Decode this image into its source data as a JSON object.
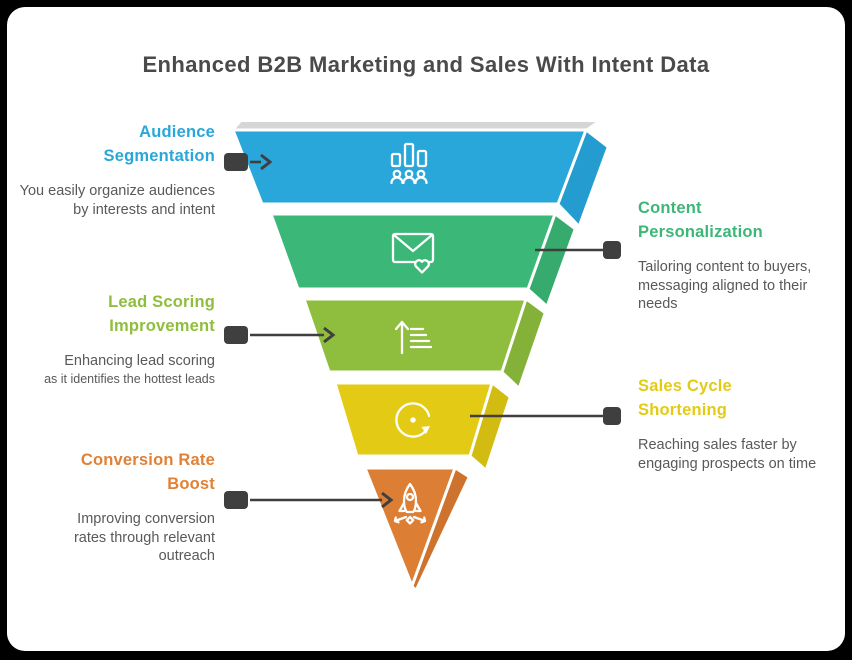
{
  "title": "Enhanced B2B Marketing and Sales With Intent Data",
  "colors": {
    "background": "#000000",
    "card": "#ffffff",
    "title_text": "#4a4a4a",
    "description_text": "#58595b",
    "arrow": "#3f3f3f",
    "funnel_top_face": "#d6d6d6"
  },
  "funnel": {
    "stages": [
      {
        "id": "audience-segmentation",
        "label": "Audience Segmentation",
        "color": "#2aa7da",
        "side_color": "#259ccf",
        "icon": "bar-chart-people-icon"
      },
      {
        "id": "content-personalization",
        "label": "Content Personalization",
        "color": "#3bb877",
        "side_color": "#36ab6d",
        "icon": "envelope-heart-icon"
      },
      {
        "id": "lead-scoring-improvement",
        "label": "Lead Scoring Improvement",
        "color": "#8fbe3e",
        "side_color": "#84b138",
        "icon": "ranking-arrow-icon"
      },
      {
        "id": "sales-cycle-shortening",
        "label": "Sales Cycle Shortening",
        "color": "#e3cb15",
        "side_color": "#d2bc12",
        "icon": "cycle-arrow-icon"
      },
      {
        "id": "conversion-rate-boost",
        "label": "Conversion Rate Boost",
        "color": "#dc7f35",
        "side_color": "#cd732e",
        "icon": "rocket-launch-icon"
      }
    ]
  },
  "annotations": {
    "left": [
      {
        "heading_lines": [
          "Audience",
          "Segmentation"
        ],
        "color": "#2aa7da",
        "desc_lines": [
          "You easily organize audiences",
          "by interests and intent"
        ]
      },
      {
        "heading_lines": [
          "Lead Scoring",
          "Improvement"
        ],
        "color": "#8fbe3e",
        "desc_lines": [
          "Enhancing lead scoring",
          "as it identifies the hottest leads"
        ]
      },
      {
        "heading_lines": [
          "Conversion Rate",
          "Boost"
        ],
        "color": "#df8136",
        "desc_lines": [
          "Improving conversion",
          "rates through relevant",
          "outreach"
        ]
      }
    ],
    "right": [
      {
        "heading_lines": [
          "Content",
          "Personalization"
        ],
        "color": "#3bb877",
        "desc_lines": [
          "Tailoring content to buyers,",
          "messaging aligned to their",
          "needs"
        ]
      },
      {
        "heading_lines": [
          "Sales Cycle",
          "Shortening"
        ],
        "color": "#e3cb15",
        "desc_lines": [
          "Reaching sales faster by",
          "engaging prospects on time"
        ]
      }
    ]
  }
}
